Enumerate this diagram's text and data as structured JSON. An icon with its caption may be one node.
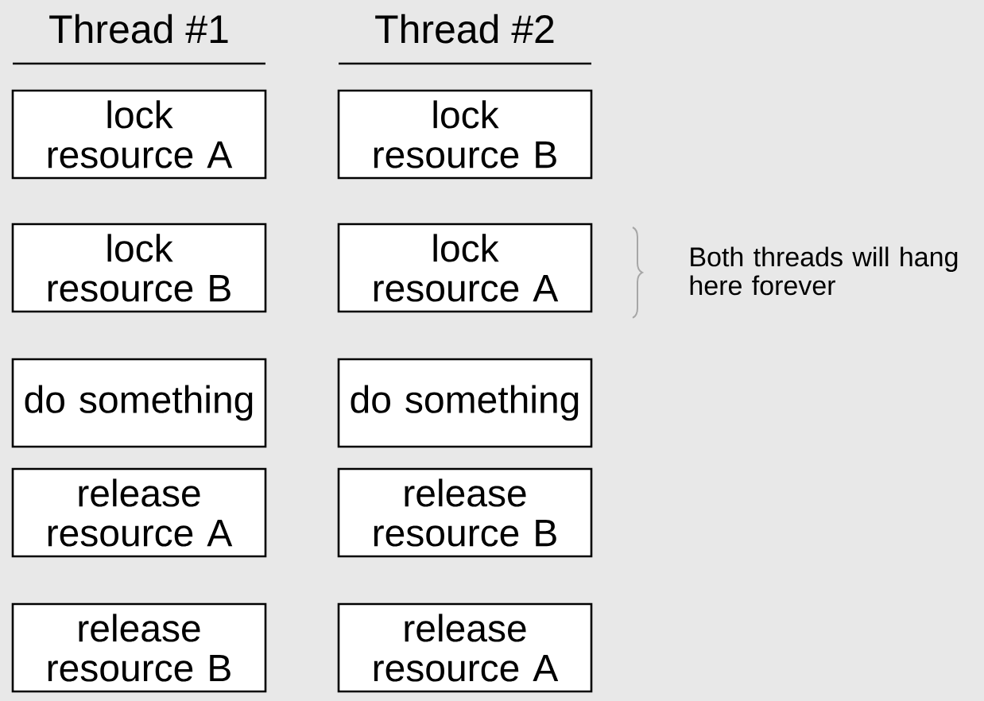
{
  "diagram": {
    "nodes": [
      {
        "text": [
          "lock resource A"
        ]
      },
      {
        "text": [
          "lock resource B"
        ]
      },
      {
        "text": [
          "lock resource B"
        ]
      },
      {
        "text": [
          "lock resource A"
        ]
      },
      {
        "text": [
          "do something"
        ]
      },
      {
        "text": [
          "do something"
        ]
      },
      {
        "text": [
          "release resource A"
        ]
      },
      {
        "text": [
          "release resource B"
        ]
      },
      {
        "text": [
          "release resource B"
        ]
      },
      {
        "text": [
          "release resource A"
        ]
      }
    ],
    "labels": [
      "Thread #1",
      "Thread #2",
      "Both threads will hang here forever"
    ]
  }
}
